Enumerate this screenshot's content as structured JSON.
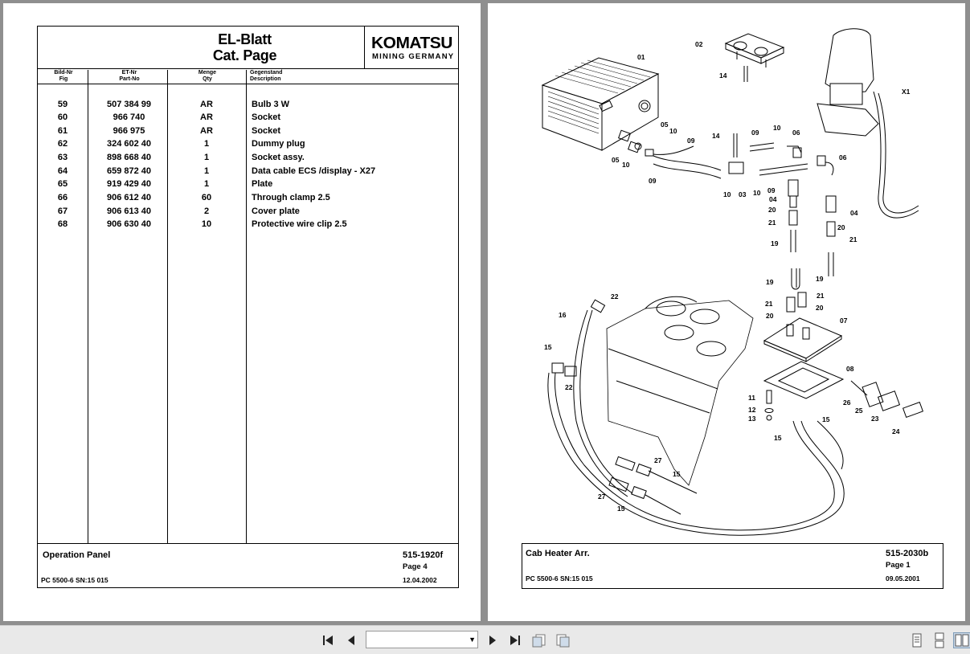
{
  "left_page": {
    "header": {
      "title_line1": "EL-Blatt",
      "title_line2": "Cat. Page",
      "logo_main": "KOMATSU",
      "logo_sub": "MINING GERMANY"
    },
    "columns": [
      {
        "de": "Bild-Nr",
        "en": "Fig"
      },
      {
        "de": "ET-Nr",
        "en": "Part-No"
      },
      {
        "de": "Menge",
        "en": "Qty"
      },
      {
        "de": "Gegenstand",
        "en": "Description"
      }
    ],
    "rows": [
      {
        "fig": "59",
        "part": "507 384 99",
        "qty": "AR",
        "desc": "Bulb 3 W"
      },
      {
        "fig": "60",
        "part": "966 740",
        "qty": "AR",
        "desc": "Socket"
      },
      {
        "fig": "61",
        "part": "966 975",
        "qty": "AR",
        "desc": "Socket"
      },
      {
        "fig": "62",
        "part": "324 602 40",
        "qty": "1",
        "desc": "Dummy plug"
      },
      {
        "fig": "63",
        "part": "898 668 40",
        "qty": "1",
        "desc": "Socket assy."
      },
      {
        "fig": "64",
        "part": "659 872 40",
        "qty": "1",
        "desc": "Data cable ECS /display - X27"
      },
      {
        "fig": "65",
        "part": "919 429 40",
        "qty": "1",
        "desc": "Plate"
      },
      {
        "fig": "66",
        "part": "906 612 40",
        "qty": "60",
        "desc": "Through clamp 2.5"
      },
      {
        "fig": "67",
        "part": "906 613 40",
        "qty": "2",
        "desc": "Cover plate"
      },
      {
        "fig": "68",
        "part": "906 630 40",
        "qty": "10",
        "desc": "Protective wire clip 2.5"
      }
    ],
    "footer": {
      "title": "Operation Panel",
      "model": "PC 5500-6 SN:15 015",
      "code": "515-1920f",
      "page": "Page 4",
      "date": "12.04.2002"
    }
  },
  "right_page": {
    "callouts": [
      "01",
      "02",
      "14",
      "14",
      "09",
      "10",
      "06",
      "05",
      "10",
      "05",
      "10",
      "09",
      "09",
      "10",
      "03",
      "10",
      "09",
      "06",
      "04",
      "04",
      "20",
      "21",
      "20",
      "21",
      "19",
      "19",
      "19",
      "21",
      "21",
      "20",
      "20",
      "07",
      "22",
      "16",
      "15",
      "22",
      "08",
      "11",
      "12",
      "13",
      "26",
      "25",
      "23",
      "24",
      "15",
      "15",
      "27",
      "15",
      "27",
      "15",
      "X1"
    ],
    "footer": {
      "title": "Cab Heater Arr.",
      "model": "PC 5500-6 SN:15 015",
      "code": "515-2030b",
      "page": "Page 1",
      "date": "09.05.2001"
    }
  },
  "toolbar": {
    "page_value": "",
    "icons": [
      "first-page-icon",
      "prev-page-icon",
      "page-select",
      "next-page-icon",
      "last-page-icon",
      "go-back-icon",
      "go-forward-icon",
      "single-page-icon",
      "continuous-page-icon",
      "two-page-icon"
    ]
  }
}
